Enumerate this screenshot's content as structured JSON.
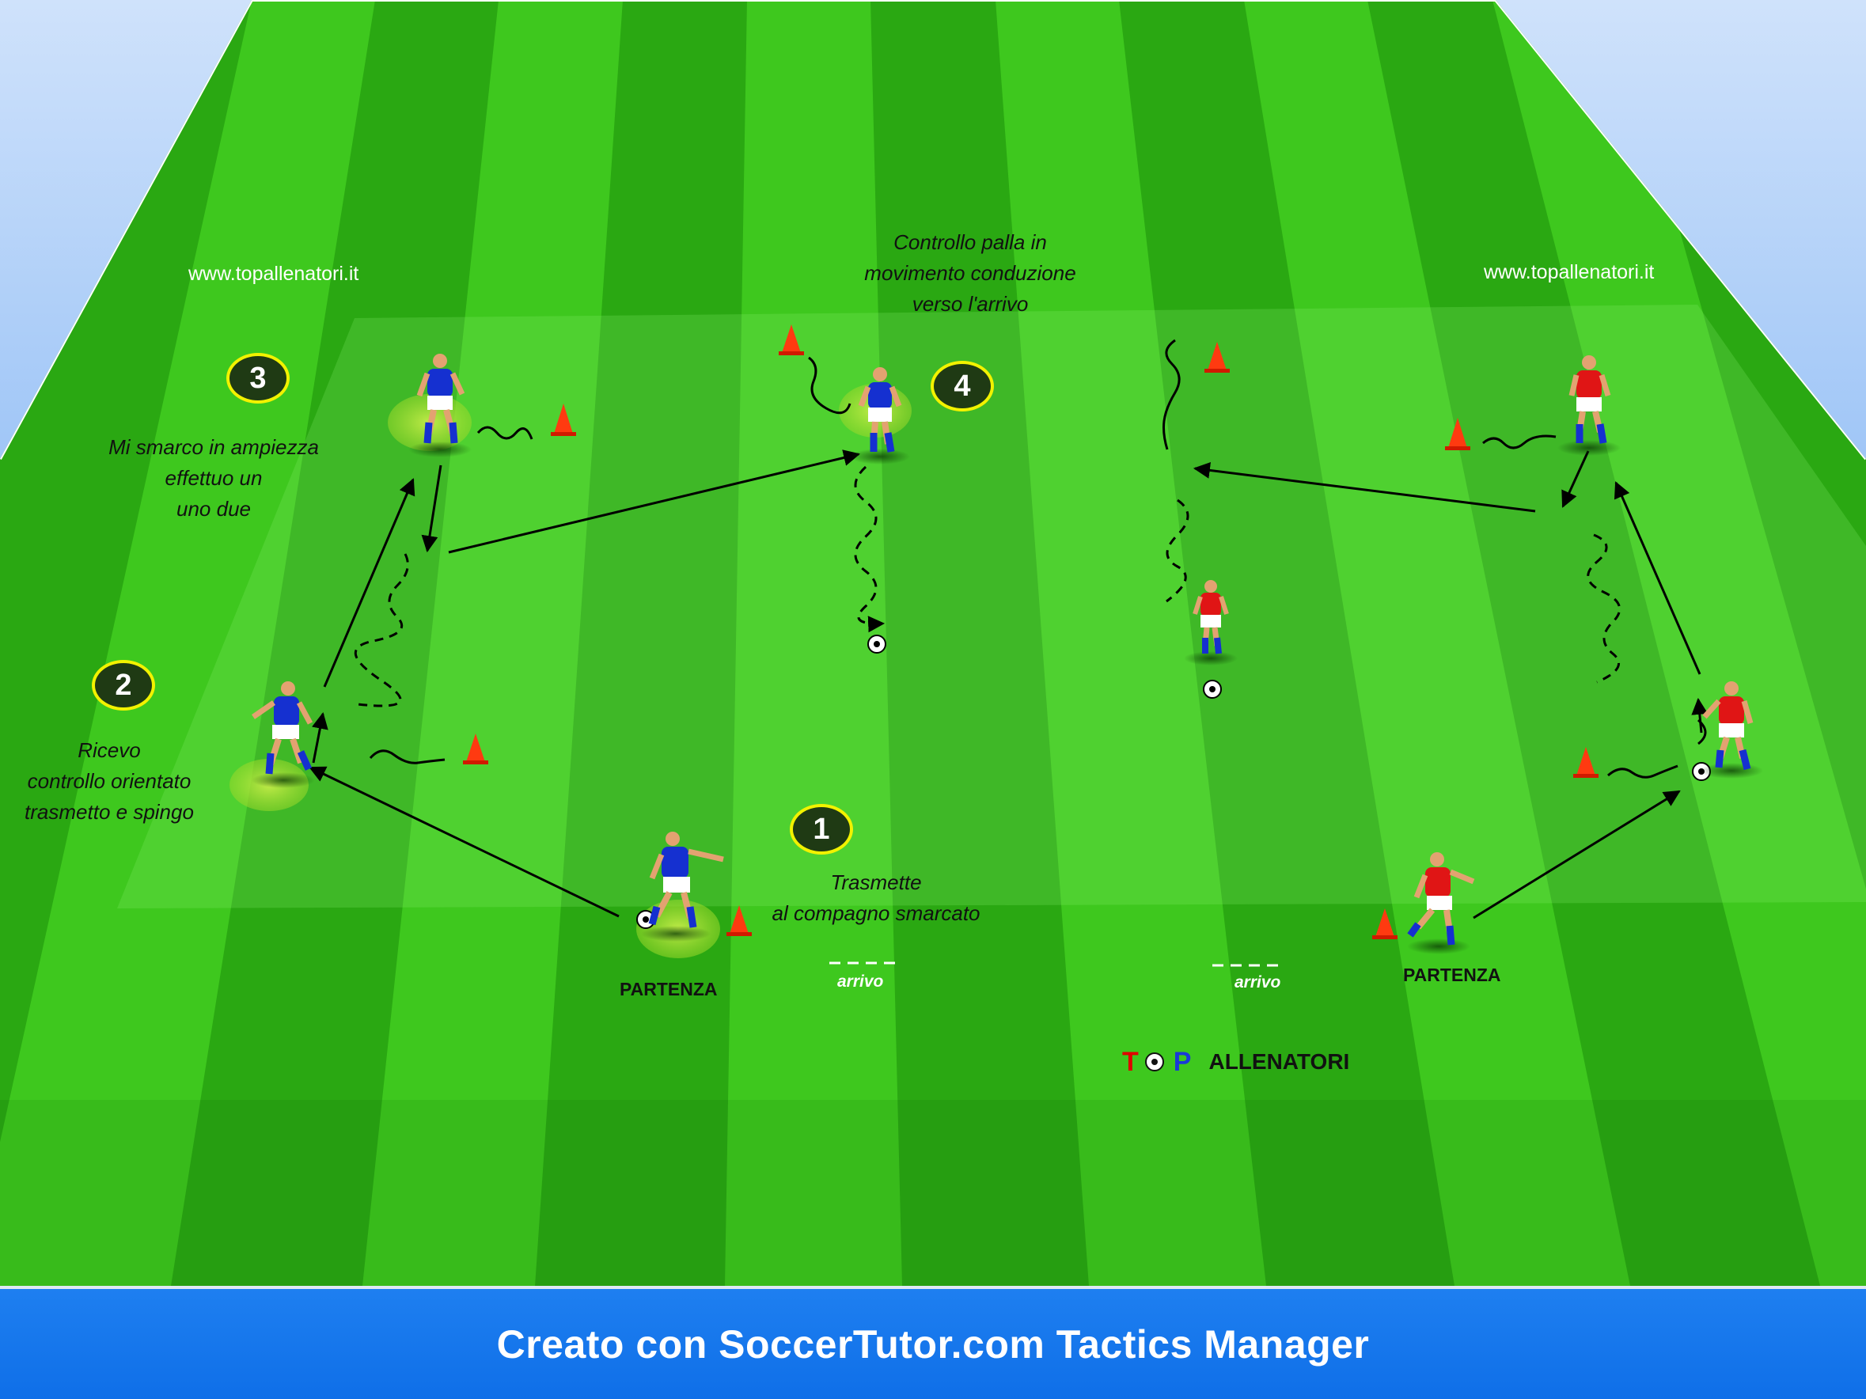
{
  "diagram": {
    "footer_text": "Creato con SoccerTutor.com Tactics Manager",
    "url_left": "www.topallenatori.it",
    "url_right": "www.topallenatori.it",
    "steps": [
      {
        "number": "1",
        "lines": [
          "Trasmette",
          "al compagno smarcato"
        ]
      },
      {
        "number": "2",
        "lines": [
          "Ricevo",
          "controllo orientato",
          "trasmetto e spingo"
        ]
      },
      {
        "number": "3",
        "lines": [
          "Mi smarco in ampiezza",
          "effettuo un",
          "uno due"
        ]
      },
      {
        "number": "4",
        "lines": [
          "Controllo palla in",
          "movimento conduzione",
          "verso l'arrivo"
        ]
      }
    ],
    "start_label_left": "PARTENZA",
    "start_label_right": "PARTENZA",
    "finish_label_left": "arrivo",
    "finish_label_right": "arrivo",
    "logo": {
      "letter_t": "T",
      "letter_p": "P",
      "word": "ALLENATORI"
    },
    "colors": {
      "team_left": "#1530d0",
      "team_right": "#e01515",
      "pitch_light": "#3ec81e",
      "pitch_dark": "#2aa812",
      "badge_ring": "#f2f200",
      "footer": "#1677ee"
    },
    "icons": [
      "cone-icon",
      "ball-icon",
      "player-icon",
      "arrow-icon"
    ]
  }
}
